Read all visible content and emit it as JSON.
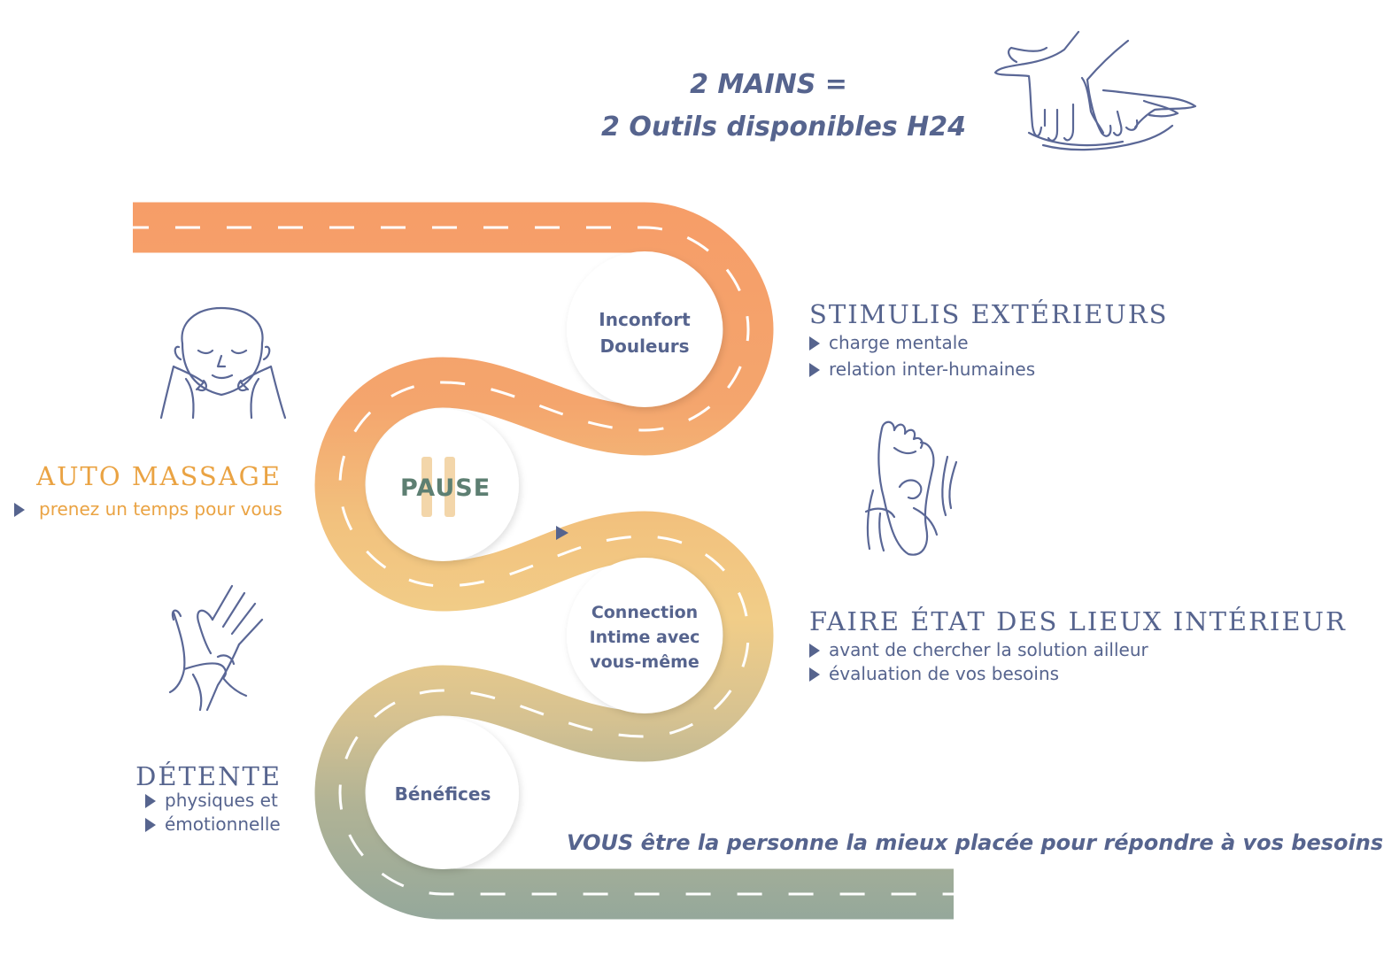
{
  "header": {
    "line1": "2 MAINS =",
    "line2": "2 Outils disponibles H24"
  },
  "stops": {
    "inconfort_line1": "Inconfort",
    "inconfort_line2": "Douleurs",
    "pause": "PAUSE",
    "connection_line1": "Connection",
    "connection_line2": "Intime avec",
    "connection_line3": "vous-même",
    "benefices": "Bénéfices"
  },
  "stimulis": {
    "heading": "STIMULIS EXTÉRIEURS",
    "items": [
      "charge mentale",
      "relation inter-humaines"
    ]
  },
  "auto_massage": {
    "heading": "AUTO MASSAGE",
    "items": [
      "prenez un temps pour vous"
    ]
  },
  "etat_des_lieux": {
    "heading": "FAIRE ÉTAT DES LIEUX INTÉRIEUR",
    "items": [
      "avant de chercher la solution ailleur",
      "évaluation de vos besoins"
    ]
  },
  "detente": {
    "heading": "DÉTENTE",
    "items": [
      "physiques et",
      "émotionnelle"
    ]
  },
  "conclusion": "VOUS être la personne la mieux placée pour répondre à vos besoins",
  "icons": [
    "hands-icon",
    "face-massage-icon",
    "foot-massage-icon",
    "hand-massage-icon"
  ],
  "colors": {
    "road_top": "#f69d68",
    "road_middle": "#f0cc87",
    "road_bottom": "#96a99a",
    "text": "#56648e",
    "accent": "#eaa343"
  }
}
